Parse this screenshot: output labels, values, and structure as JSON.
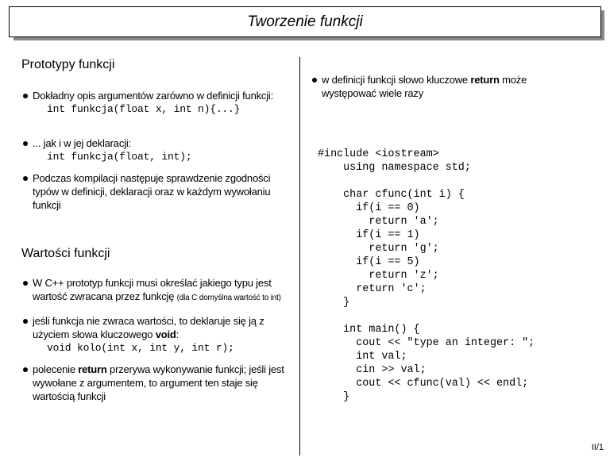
{
  "title": "Tworzenie funkcji",
  "left": {
    "heading1": "Prototypy funkcji",
    "b1": "Dokładny opis argumentów zarówno w definicji funkcji:",
    "b1_code": "int funkcja(float x, int n){...}",
    "b2": "... jak i w jej deklaracji:",
    "b2_code": "int funkcja(float, int);",
    "b3": "Podczas kompilacji następuje sprawdzenie zgodności typów w definicji, deklaracji oraz w każdym wywołaniu funkcji",
    "heading2": "Wartości funkcji",
    "b4": "W C++ prototyp funkcji musi określać jakiego typu jest wartość zwracana przez funkcję",
    "b4_small": "(dla C domyślna wartość to int)",
    "b5_pre": "jeśli funkcja nie zwraca wartości, to deklaruje się ją z użyciem słowa kluczowego ",
    "b5_kw": "void",
    "b5_post": ":",
    "b5_code": "void kolo(int x, int y, int r);",
    "b6_pre": "polecenie ",
    "b6_kw": "return",
    "b6_post": " przerywa wykonywanie funkcji; jeśli jest wywołane z argumentem, to argument ten staje się wartością funkcji"
  },
  "right": {
    "b1_pre": "w definicji funkcji słowo kluczowe ",
    "b1_kw": "return",
    "b1_post": " może występować wiele razy",
    "code": [
      "#include <iostream>",
      "    using namespace std;",
      "",
      "    char cfunc(int i) {",
      "      if(i == 0)",
      "        return 'a';",
      "      if(i == 1)",
      "        return 'g';",
      "      if(i == 5)",
      "        return 'z';",
      "      return 'c';",
      "    }",
      "",
      "    int main() {",
      "      cout << \"type an integer: \";",
      "      int val;",
      "      cin >> val;",
      "      cout << cfunc(val) << endl;",
      "    }"
    ]
  },
  "page_number": "II/1"
}
